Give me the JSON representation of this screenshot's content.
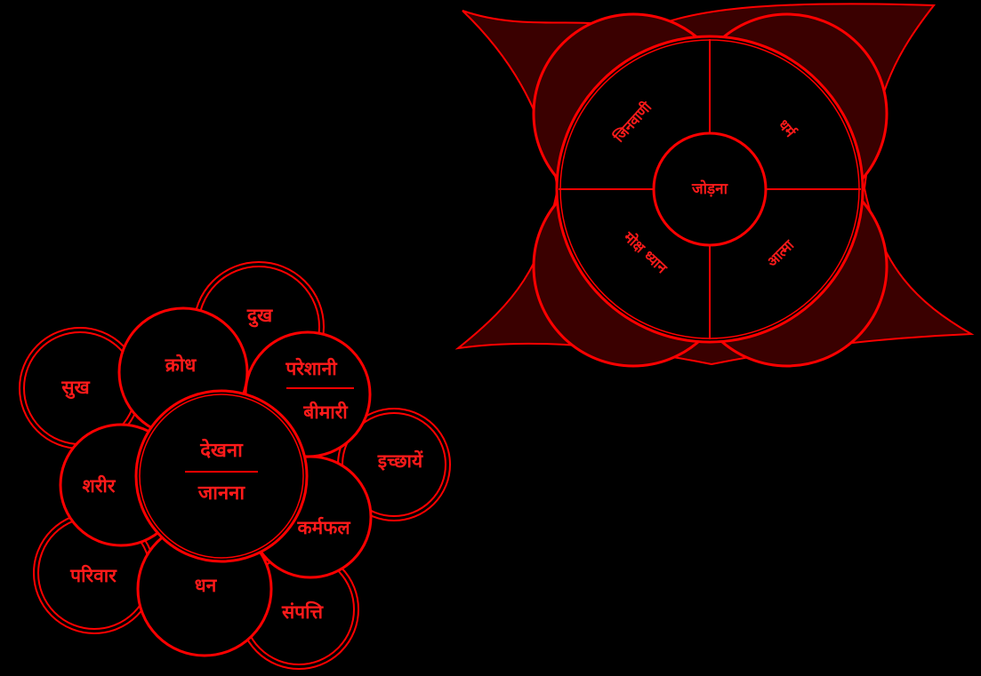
{
  "colors": {
    "background": "#000000",
    "stroke": "#ff0000",
    "text": "#ff1a1a",
    "fill_dark": "#3a0000"
  },
  "cluster": {
    "center_top": "देखना",
    "center_bottom": "जानना",
    "bubbles": {
      "dukh": "दुख",
      "krodh": "क्रोध",
      "sukh": "सुख",
      "pareshani": "परेशानी",
      "bimari": "बीमारी",
      "ichchhayen": "इच्छायें",
      "sharir": "शरीर",
      "karmaphal": "कर्मफल",
      "parivar": "परिवार",
      "dhan": "धन",
      "sampatti": "संपत्ति"
    }
  },
  "flower": {
    "center": "जोड़ना",
    "top_left": "जिनवाणी",
    "top_right": "धर्म",
    "bottom_left": "मोक्ष ध्यान",
    "bottom_right": "आत्मा"
  }
}
